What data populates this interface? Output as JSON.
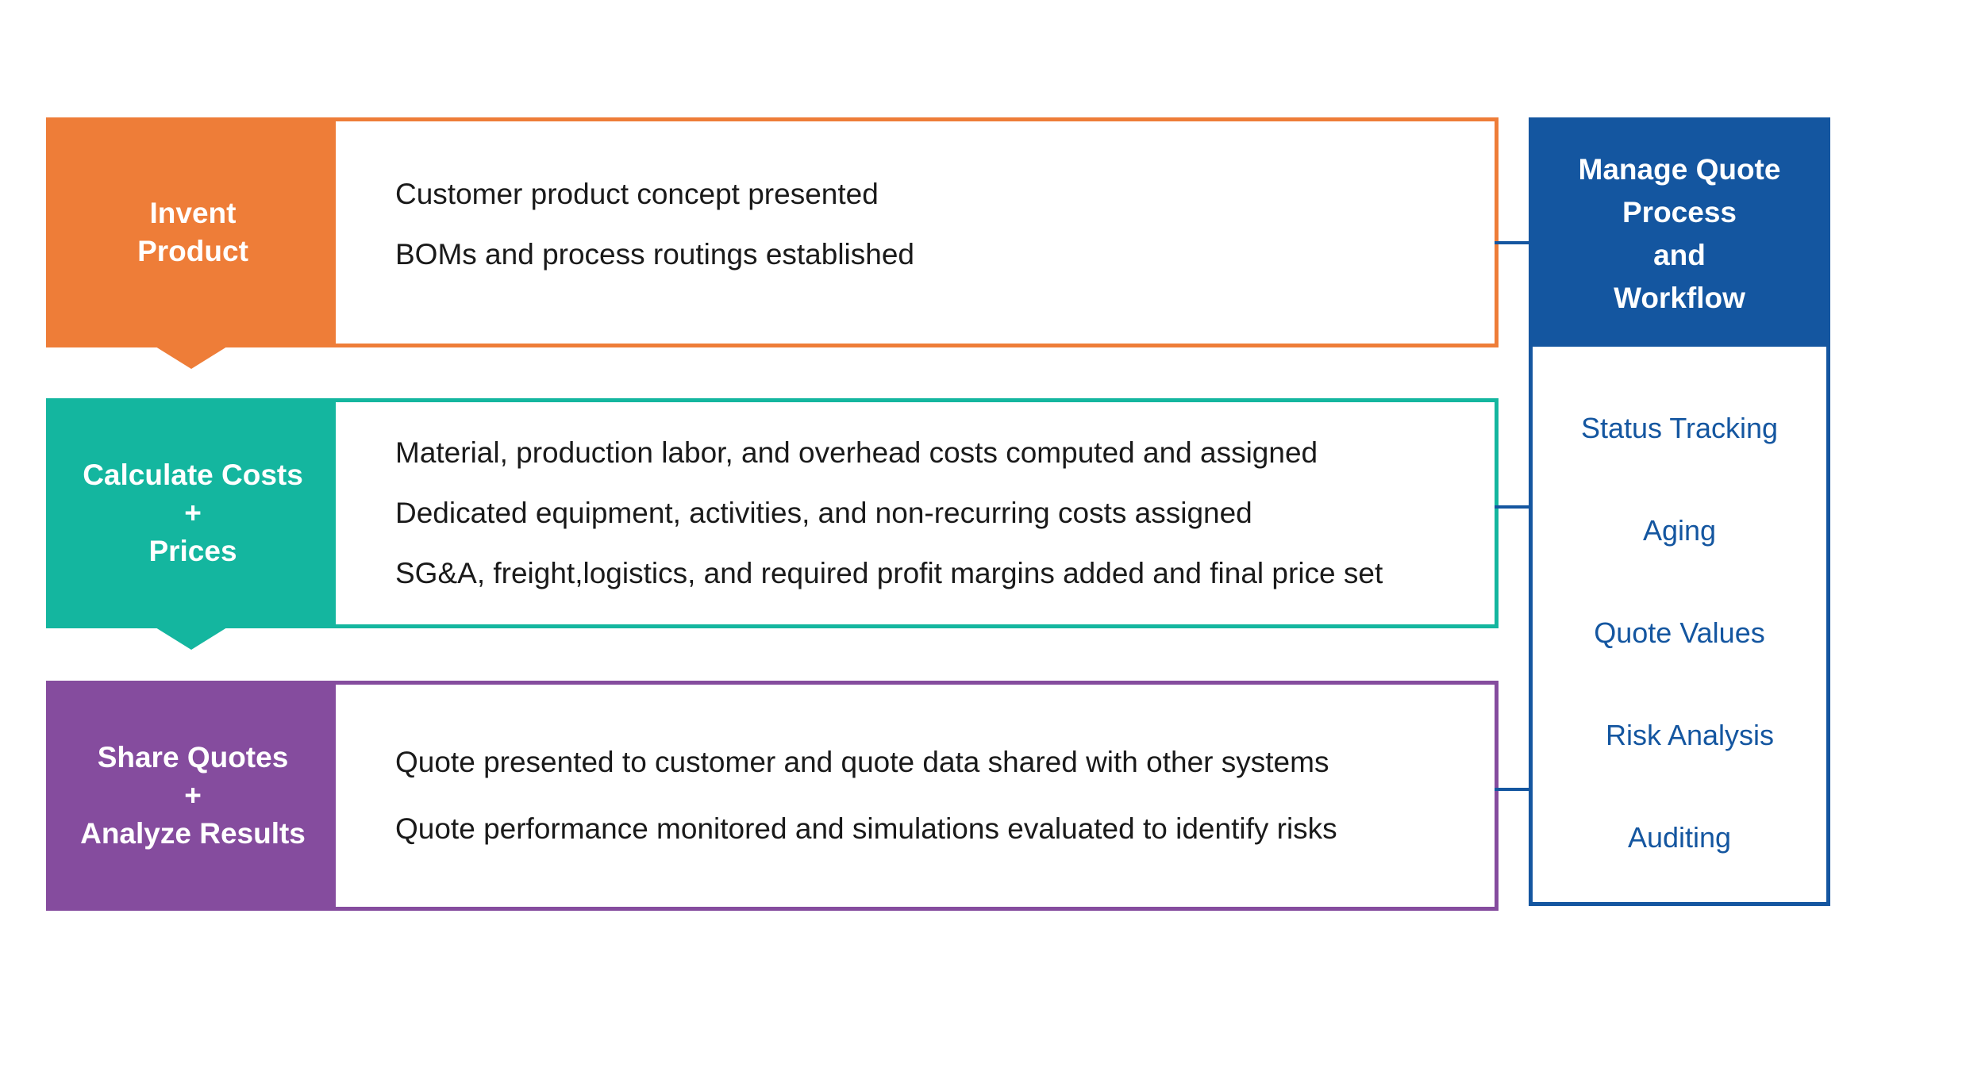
{
  "colors": {
    "orange": "#ee7d38",
    "teal": "#14b69f",
    "purple": "#854c9e",
    "blue": "#1456a0"
  },
  "stages": [
    {
      "label_lines": [
        "Invent",
        "Product"
      ],
      "items": [
        "Customer product concept presented",
        "BOMs and process routings established"
      ]
    },
    {
      "label_lines": [
        "Calculate Costs",
        "+",
        "Prices"
      ],
      "items": [
        "Material, production labor, and overhead costs computed and assigned",
        "Dedicated equipment, activities, and non-recurring costs assigned",
        "SG&A, freight,logistics, and required profit margins added and final price set"
      ]
    },
    {
      "label_lines": [
        "Share Quotes",
        "+",
        "Analyze Results"
      ],
      "items": [
        "Quote presented to customer and quote data shared with other systems",
        "Quote performance monitored and simulations evaluated to identify risks"
      ]
    }
  ],
  "manage": {
    "title_lines": [
      "Manage Quote",
      "Process",
      "and",
      "Workflow"
    ],
    "items": [
      "Status Tracking",
      "Aging",
      "Quote Values",
      "Risk Analysis",
      "Auditing"
    ]
  }
}
